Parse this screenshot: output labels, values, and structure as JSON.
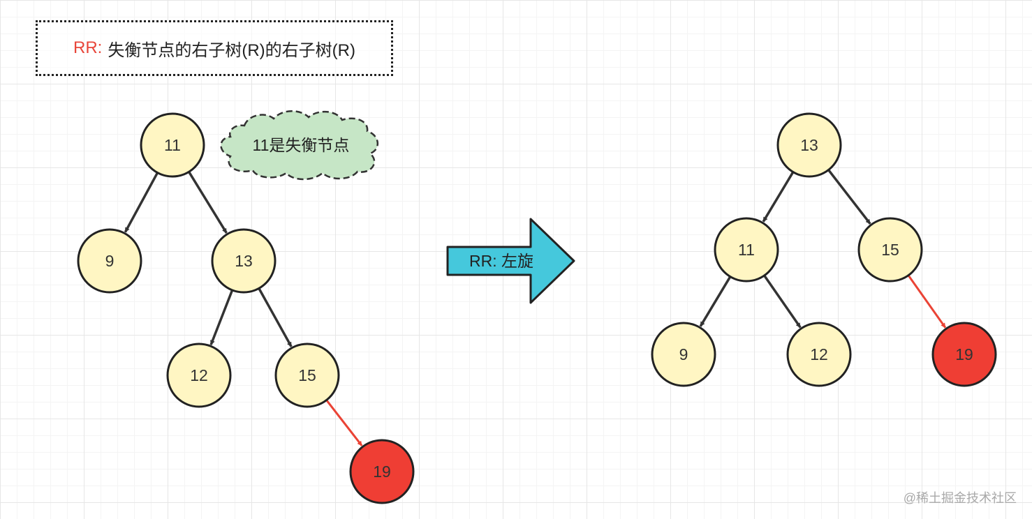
{
  "title": {
    "prefix": "RR:",
    "text": "失衡节点的右子树(R)的右子树(R)"
  },
  "callout": {
    "text": "11是失衡节点"
  },
  "transform_arrow": {
    "label": "RR: 左旋"
  },
  "trees": {
    "before": {
      "nodes": [
        {
          "id": "n11",
          "label": "11",
          "color": "yellow"
        },
        {
          "id": "n9",
          "label": "9",
          "color": "yellow"
        },
        {
          "id": "n13",
          "label": "13",
          "color": "yellow"
        },
        {
          "id": "n12",
          "label": "12",
          "color": "yellow"
        },
        {
          "id": "n15",
          "label": "15",
          "color": "yellow"
        },
        {
          "id": "n19",
          "label": "19",
          "color": "red"
        }
      ],
      "edges": [
        {
          "from": "n11",
          "to": "n9",
          "color": "dark"
        },
        {
          "from": "n11",
          "to": "n13",
          "color": "dark"
        },
        {
          "from": "n13",
          "to": "n12",
          "color": "dark"
        },
        {
          "from": "n13",
          "to": "n15",
          "color": "dark"
        },
        {
          "from": "n15",
          "to": "n19",
          "color": "red"
        }
      ]
    },
    "after": {
      "nodes": [
        {
          "id": "m13",
          "label": "13",
          "color": "yellow"
        },
        {
          "id": "m11",
          "label": "11",
          "color": "yellow"
        },
        {
          "id": "m15",
          "label": "15",
          "color": "yellow"
        },
        {
          "id": "m9",
          "label": "9",
          "color": "yellow"
        },
        {
          "id": "m12",
          "label": "12",
          "color": "yellow"
        },
        {
          "id": "m19",
          "label": "19",
          "color": "red"
        }
      ],
      "edges": [
        {
          "from": "m13",
          "to": "m11",
          "color": "dark"
        },
        {
          "from": "m13",
          "to": "m15",
          "color": "dark"
        },
        {
          "from": "m11",
          "to": "m9",
          "color": "dark"
        },
        {
          "from": "m11",
          "to": "m12",
          "color": "dark"
        },
        {
          "from": "m15",
          "to": "m19",
          "color": "red"
        }
      ]
    }
  },
  "colors": {
    "node_yellow": "#fff6c3",
    "node_red": "#ef3e34",
    "edge_dark": "#333333",
    "edge_red": "#ea4335",
    "callout_fill": "#c6e6c6",
    "arrow_fill": "#45c8dc",
    "title_accent": "#e8463a"
  },
  "watermark": "@稀土掘金技术社区"
}
